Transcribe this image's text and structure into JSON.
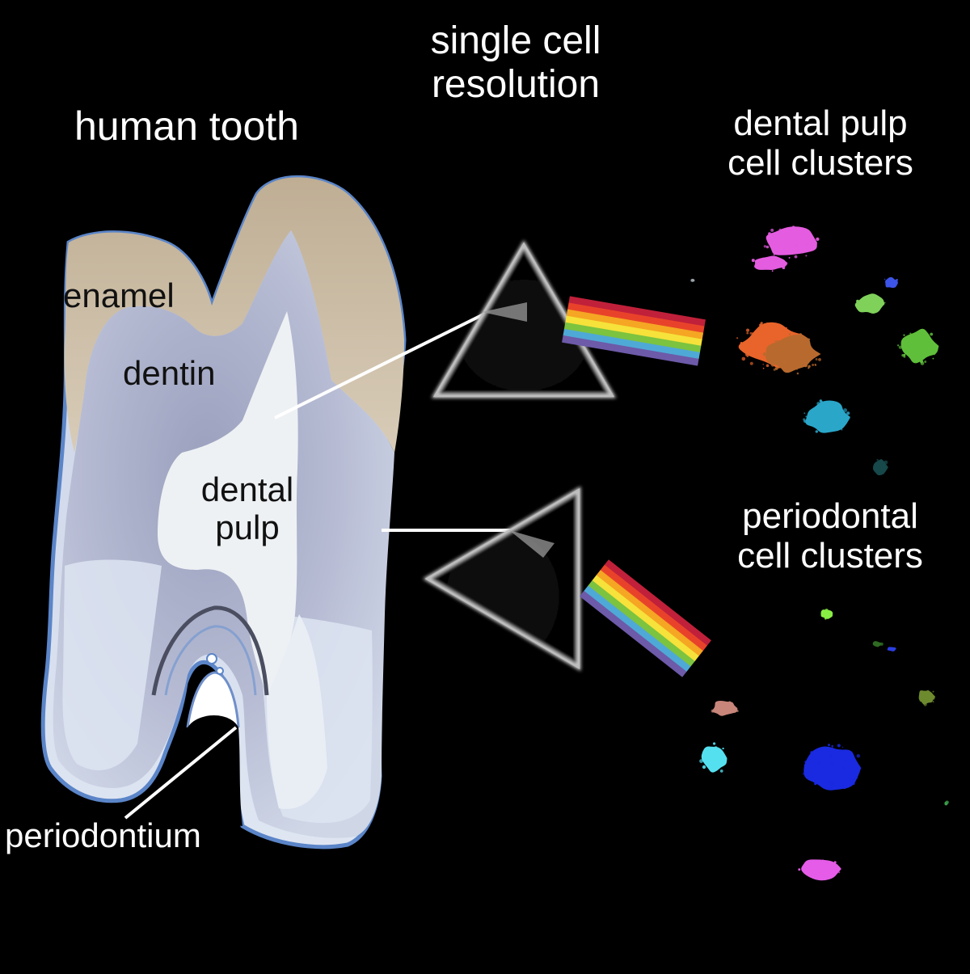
{
  "titles": {
    "tooth": "human tooth",
    "resolution_line1": "single cell",
    "resolution_line2": "resolution",
    "pulp_clusters_line1": "dental pulp",
    "pulp_clusters_line2": "cell clusters",
    "periodontal_clusters_line1": "periodontal",
    "periodontal_clusters_line2": "cell clusters"
  },
  "tooth_labels": {
    "enamel": "enamel",
    "dentin": "dentin",
    "pulp_line1": "dental",
    "pulp_line2": "pulp",
    "periodontium": "periodontium"
  },
  "colors": {
    "background": "#000000",
    "enamel": "#cdbfa6",
    "dentin": "#a9aec9",
    "pulp": "#eef1f4",
    "periodontium_edge": "#5b85c8",
    "spectrum": [
      "#c0203a",
      "#e8432a",
      "#f5a623",
      "#f6e23a",
      "#7cc33f",
      "#4fa9d6",
      "#6d5aa8"
    ],
    "pulp_clusters": [
      "#e45ce0",
      "#3d54e8",
      "#7fd15a",
      "#e8642a",
      "#b86a2e",
      "#5fbf3a",
      "#2aa6c9",
      "#17484a"
    ],
    "periodontal_clusters": [
      "#88ee44",
      "#2e6a22",
      "#2b3ee0",
      "#6d8a2e",
      "#c8857a",
      "#55e0f0",
      "#1a2ae0",
      "#e55ce8"
    ]
  }
}
